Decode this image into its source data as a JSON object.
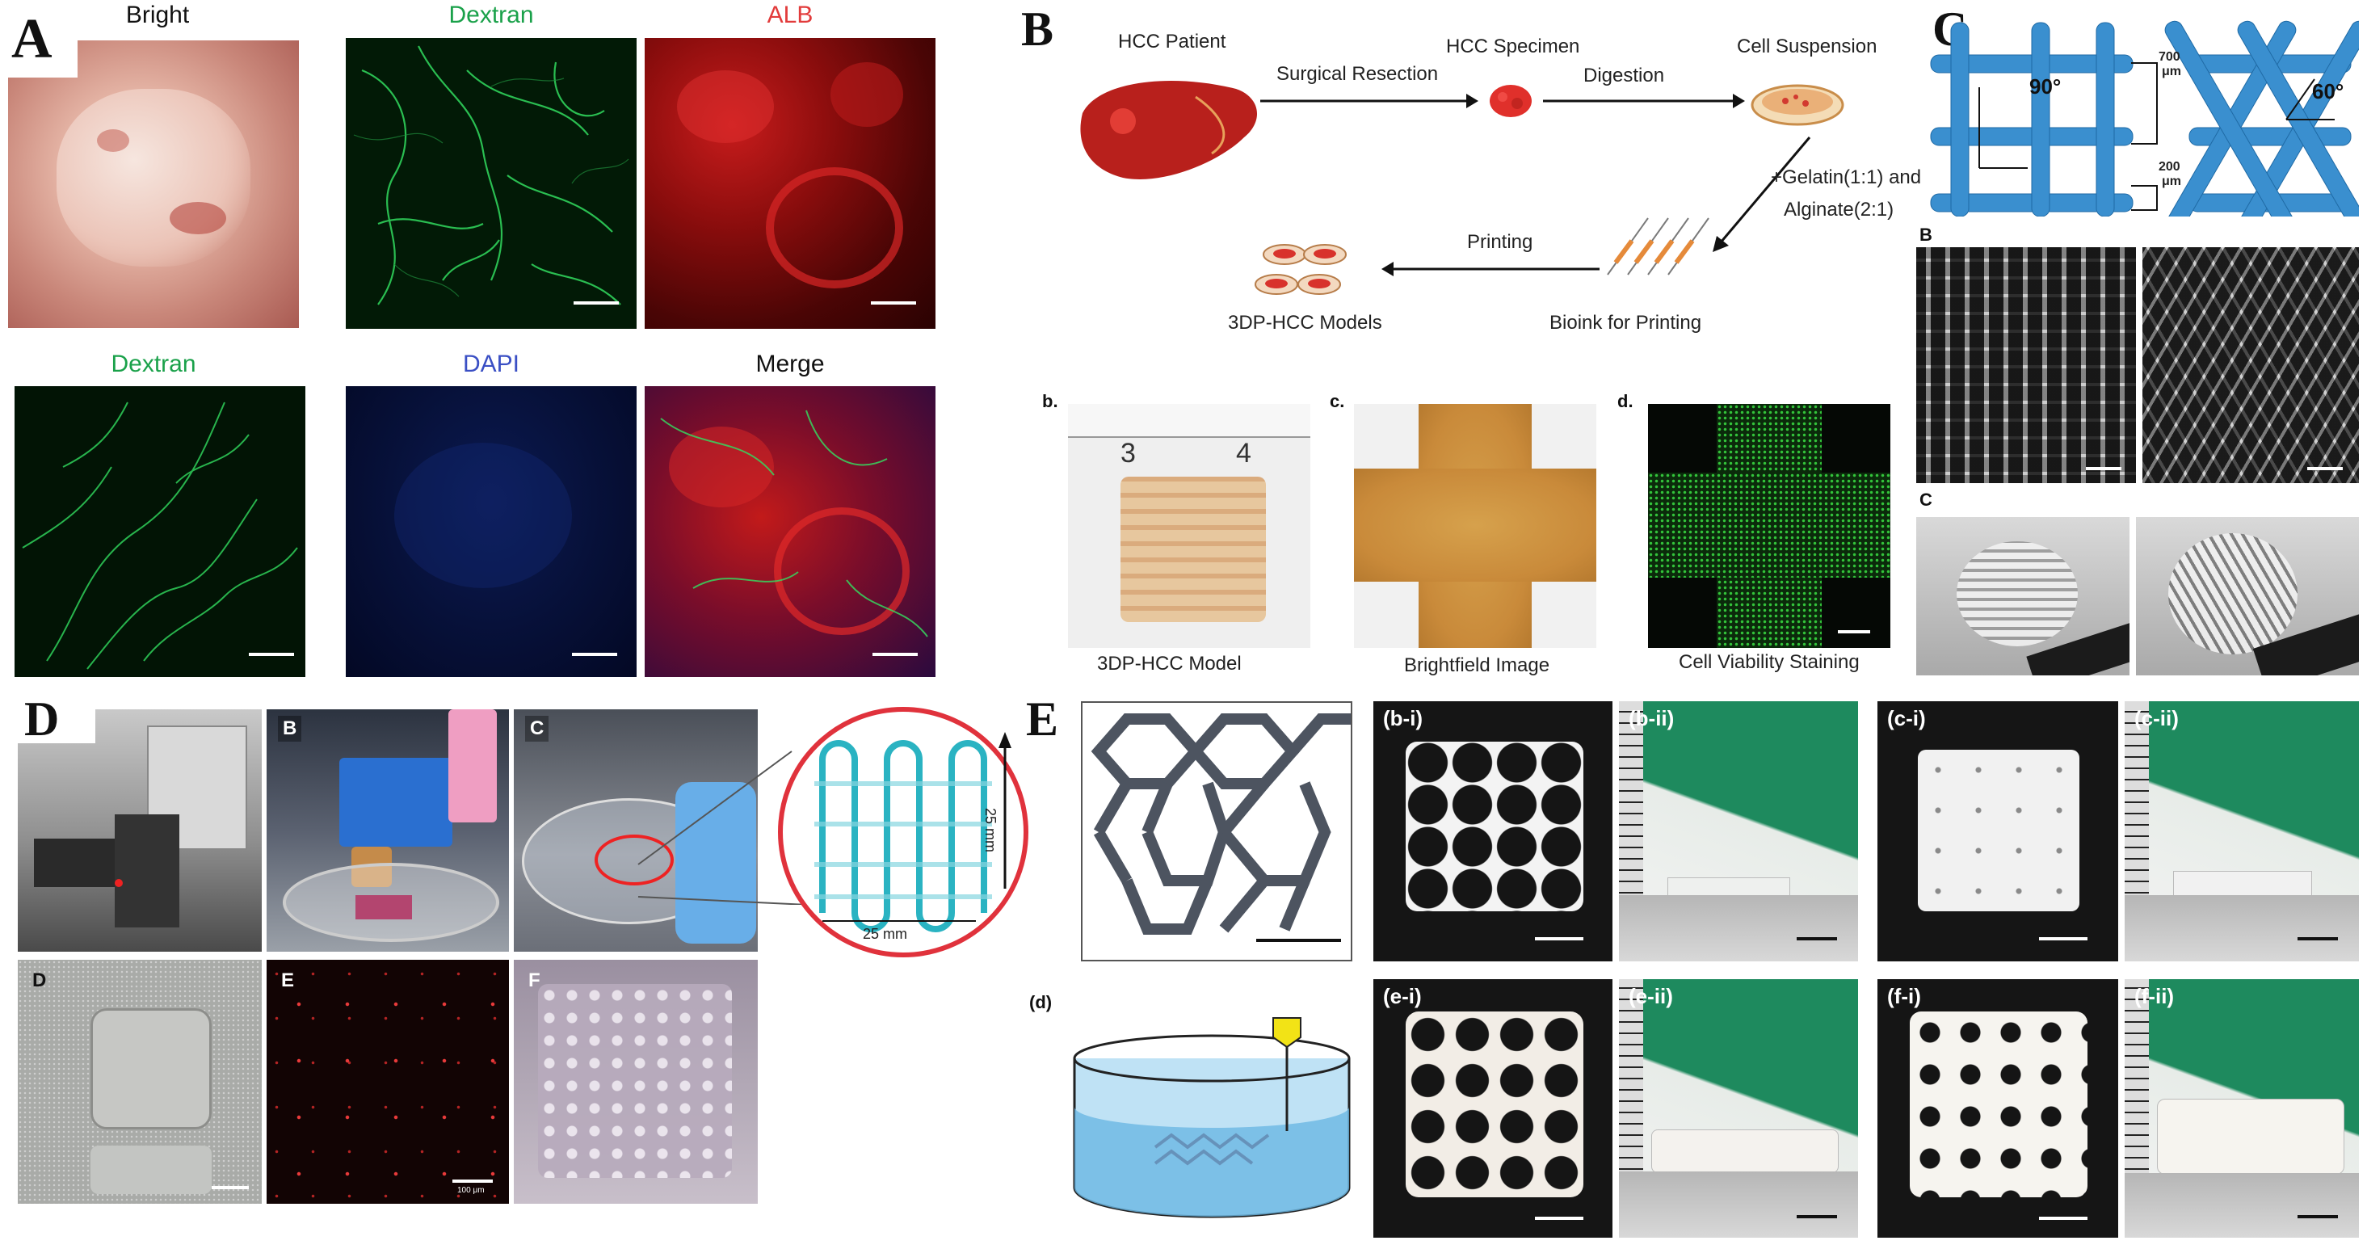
{
  "panels": {
    "A": {
      "letter": "A",
      "labels": {
        "bright": "Bright",
        "dextran_top": "Dextran",
        "alb": "ALB",
        "dextran_bottom": "Dextran",
        "dapi": "DAPI",
        "merge": "Merge"
      },
      "colors": {
        "green": "#1aa14a",
        "red": "#e23b3b",
        "blue": "#3a4fc4"
      }
    },
    "B": {
      "letter": "B",
      "flow": {
        "hcc_patient": "HCC Patient",
        "surgical_resection": "Surgical Resection",
        "hcc_specimen": "HCC Specimen",
        "digestion": "Digestion",
        "cell_suspension": "Cell Suspension",
        "gelatin": "+Gelatin(1:1) and",
        "alginate": "Alginate(2:1)",
        "printing": "Printing",
        "bioink": "Bioink for Printing",
        "models": "3DP-HCC Models"
      },
      "sub": {
        "b": "b.",
        "c": "c.",
        "d": "d.",
        "cap_b": "3DP-HCC Model",
        "cap_c": "Brightfield Image",
        "cap_d": "Cell Viability Staining",
        "ruler_3": "3",
        "ruler_4": "4"
      }
    },
    "C": {
      "letter": "C",
      "angle_90": "90°",
      "angle_60": "60°",
      "dim_700": "700",
      "dim_700_unit": "μm",
      "dim_200": "200",
      "dim_200_unit": "μm",
      "sub_b": "B",
      "sub_c": "C"
    },
    "D": {
      "letter": "D",
      "tiles": {
        "b": "B",
        "c": "C",
        "d": "D",
        "e": "E",
        "f": "F"
      },
      "dim_vertical": "25 mm",
      "dim_horizontal": "25 mm",
      "scale_100": "100 μm"
    },
    "E": {
      "letter": "E",
      "tiles": {
        "bi": "(b-i)",
        "bii": "(b-ii)",
        "ci": "(c-i)",
        "cii": "(c-ii)",
        "d": "(d)",
        "ei": "(e-i)",
        "eii": "(e-ii)",
        "fi": "(f-i)",
        "fii": "(f-ii)"
      }
    }
  }
}
